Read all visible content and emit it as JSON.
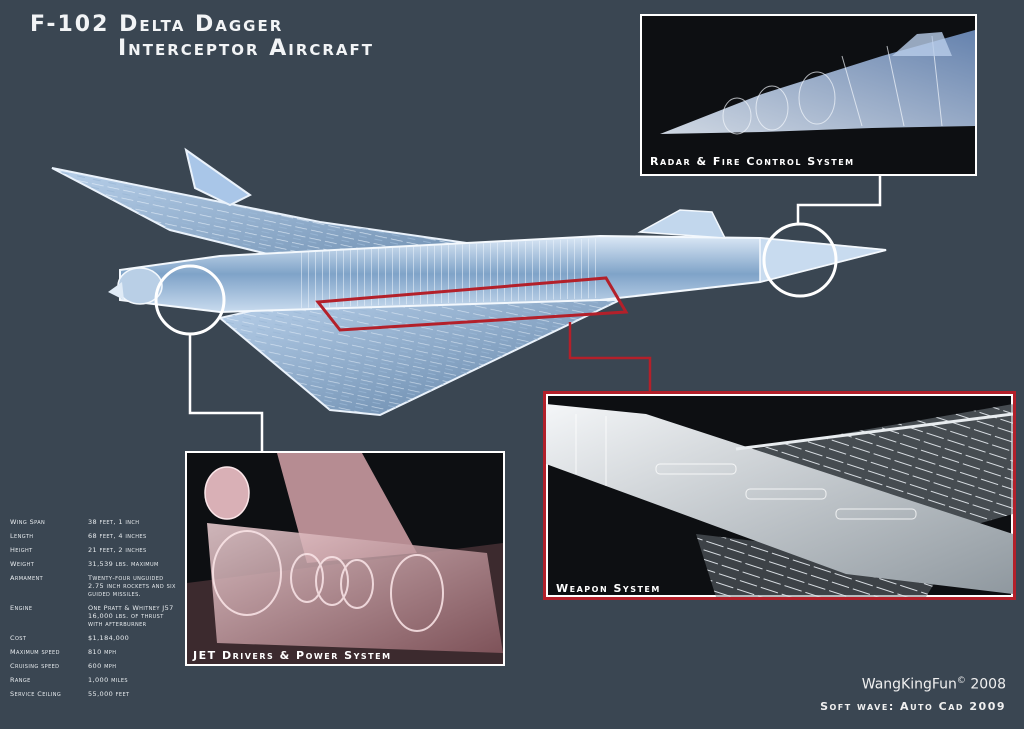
{
  "title": {
    "line1": "F-102 Delta Dagger",
    "line2": "Interceptor Aircraft"
  },
  "panels": {
    "radar": {
      "caption": "Radar & Fire Control System"
    },
    "jet": {
      "caption": "JET Drivers & Power System"
    },
    "weapon": {
      "caption": "Weapon System"
    }
  },
  "specs": [
    {
      "label": "Wing Span",
      "value": "38 feet, 1 inch"
    },
    {
      "label": "Length",
      "value": "68 feet, 4 inches"
    },
    {
      "label": "Height",
      "value": "21 feet, 2 inches"
    },
    {
      "label": "Weight",
      "value": "31,539 lbs. maximum"
    },
    {
      "label": "Armament",
      "value": "Twenty-four unguided 2.75 inch rockets and six guided missiles."
    },
    {
      "label": "Engine",
      "value": "One Pratt & Whitney J57 16,000 lbs. of thrust with afterburner"
    },
    {
      "label": "Cost",
      "value": "$1,184,000"
    },
    {
      "label": "Maximum speed",
      "value": "810 mph"
    },
    {
      "label": "Cruising speed",
      "value": "600 mph"
    },
    {
      "label": "Range",
      "value": "1,000 miles"
    },
    {
      "label": "Service Ceiling",
      "value": "55,000 feet"
    }
  ],
  "credit": {
    "author": "WangKingFun",
    "symbol": "©",
    "year": "2008"
  },
  "software": "Soft wave: Auto Cad 2009",
  "colors": {
    "background": "#3a4652",
    "highlight_red": "#b3202a",
    "panel_border": "#ffffff",
    "blueprint": "#a9c6e8",
    "jet_tint": "#d9a6ad"
  }
}
